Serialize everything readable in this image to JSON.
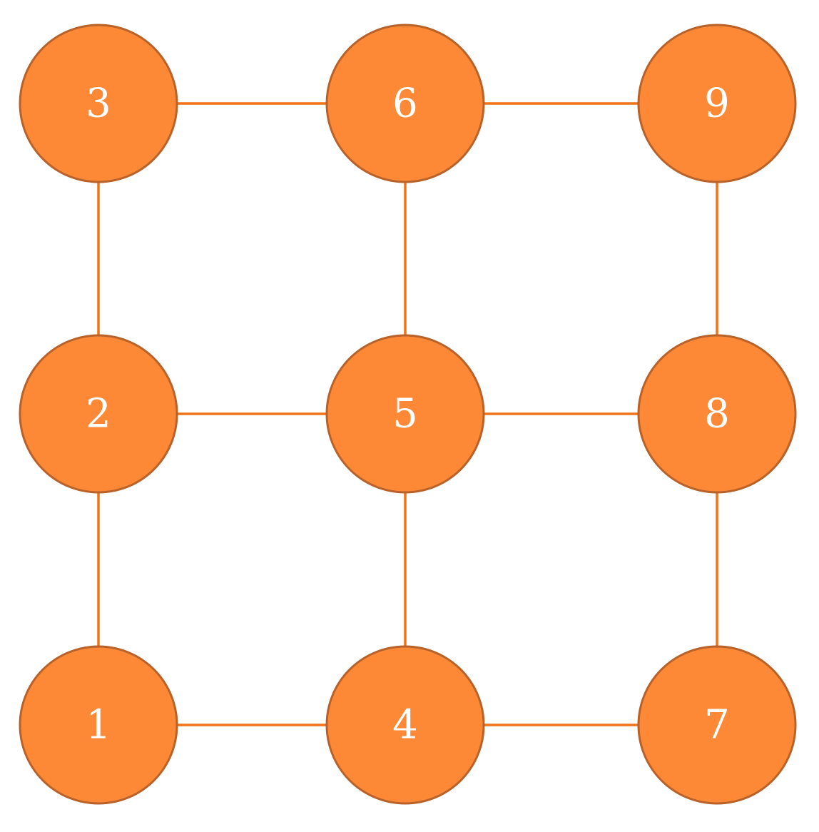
{
  "colors": {
    "node_fill": "#fd8937",
    "node_border": "#b8622a",
    "edge": "#f07219",
    "label": "#ffffff",
    "background": "#ffffff"
  },
  "grid": {
    "rows": 3,
    "cols": 3
  },
  "nodes": [
    {
      "id": "n1",
      "label": "1",
      "row": 2,
      "col": 0
    },
    {
      "id": "n2",
      "label": "2",
      "row": 1,
      "col": 0
    },
    {
      "id": "n3",
      "label": "3",
      "row": 0,
      "col": 0
    },
    {
      "id": "n4",
      "label": "4",
      "row": 2,
      "col": 1
    },
    {
      "id": "n5",
      "label": "5",
      "row": 1,
      "col": 1
    },
    {
      "id": "n6",
      "label": "6",
      "row": 0,
      "col": 1
    },
    {
      "id": "n7",
      "label": "7",
      "row": 2,
      "col": 2
    },
    {
      "id": "n8",
      "label": "8",
      "row": 1,
      "col": 2
    },
    {
      "id": "n9",
      "label": "9",
      "row": 0,
      "col": 2
    }
  ],
  "edges": [
    {
      "from": "n3",
      "to": "n6"
    },
    {
      "from": "n6",
      "to": "n9"
    },
    {
      "from": "n2",
      "to": "n5"
    },
    {
      "from": "n5",
      "to": "n8"
    },
    {
      "from": "n1",
      "to": "n4"
    },
    {
      "from": "n4",
      "to": "n7"
    },
    {
      "from": "n3",
      "to": "n2"
    },
    {
      "from": "n2",
      "to": "n1"
    },
    {
      "from": "n6",
      "to": "n5"
    },
    {
      "from": "n5",
      "to": "n4"
    },
    {
      "from": "n9",
      "to": "n8"
    },
    {
      "from": "n8",
      "to": "n7"
    }
  ]
}
